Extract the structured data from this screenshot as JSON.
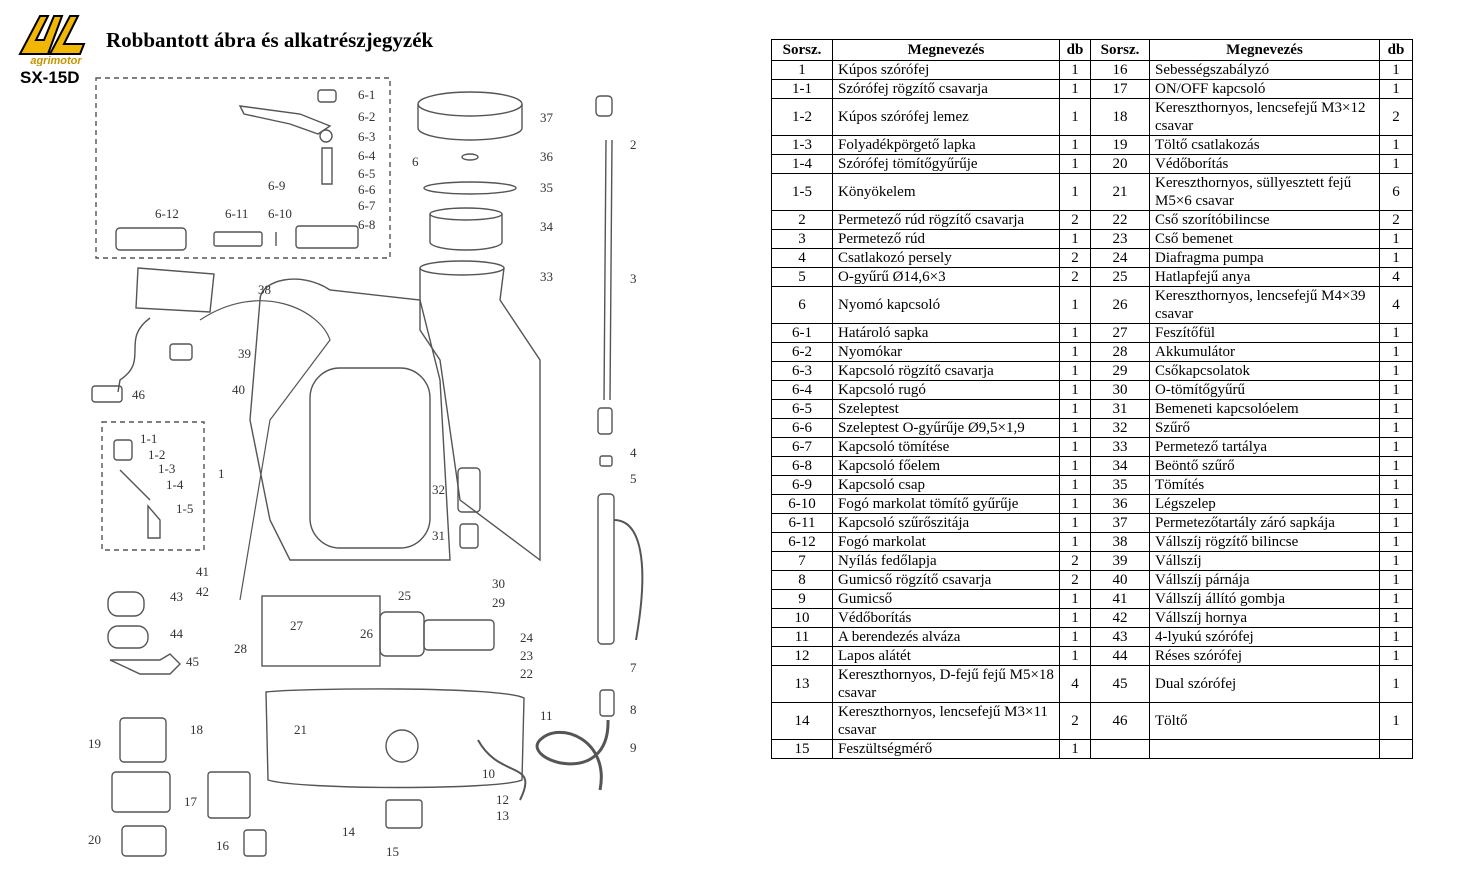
{
  "header": {
    "brand": "agrimotor",
    "model": "SX-15D",
    "title": "Robbantott ábra és alkatrészjegyzék"
  },
  "diagram": {
    "callouts": [
      "6-1",
      "6-2",
      "6-3",
      "6-4",
      "6-5",
      "6-6",
      "6-7",
      "6-8",
      "6-9",
      "6-10",
      "6-11",
      "6-12",
      "6",
      "37",
      "36",
      "35",
      "34",
      "33",
      "38",
      "39",
      "40",
      "46",
      "1-1",
      "1-2",
      "1-3",
      "1-4",
      "1-5",
      "1",
      "32",
      "31",
      "30",
      "29",
      "25",
      "27",
      "26",
      "28",
      "24",
      "23",
      "22",
      "43",
      "44",
      "45",
      "41",
      "42",
      "21",
      "11",
      "19",
      "18",
      "17",
      "20",
      "16",
      "14",
      "15",
      "12",
      "13",
      "10",
      "9",
      "8",
      "7",
      "5",
      "4",
      "3",
      "2"
    ]
  },
  "table": {
    "headers": [
      "Sorsz.",
      "Megnevezés",
      "db",
      "Sorsz.",
      "Megnevezés",
      "db"
    ],
    "rows": [
      [
        [
          "1",
          "Kúpos szórófej",
          "1"
        ],
        [
          "16",
          "Sebességszabályzó",
          "1"
        ]
      ],
      [
        [
          "1-1",
          "Szórófej rögzítő csavarja",
          "1"
        ],
        [
          "17",
          "ON/OFF kapcsoló",
          "1"
        ]
      ],
      [
        [
          "1-2",
          "Kúpos szórófej lemez",
          "1"
        ],
        [
          "18",
          "Kereszthornyos, lencsefejű M3×12 csavar",
          "2"
        ]
      ],
      [
        [
          "1-3",
          "Folyadékpörgető lapka",
          "1"
        ],
        [
          "19",
          "Töltő csatlakozás",
          "1"
        ]
      ],
      [
        [
          "1-4",
          "Szórófej tömítőgyűrűje",
          "1"
        ],
        [
          "20",
          "Védőborítás",
          "1"
        ]
      ],
      [
        [
          "1-5",
          "Könyökelem",
          "1"
        ],
        [
          "21",
          "Kereszthornyos, süllyesztett fejű M5×6 csavar",
          "6"
        ]
      ],
      [
        [
          "2",
          "Permetező rúd rögzítő csavarja",
          "2"
        ],
        [
          "22",
          "Cső szorítóbilincse",
          "2"
        ]
      ],
      [
        [
          "3",
          "Permetező rúd",
          "1"
        ],
        [
          "23",
          "Cső bemenet",
          "1"
        ]
      ],
      [
        [
          "4",
          "Csatlakozó persely",
          "2"
        ],
        [
          "24",
          "Diafragma pumpa",
          "1"
        ]
      ],
      [
        [
          "5",
          "O-gyűrű Ø14,6×3",
          "2"
        ],
        [
          "25",
          "Hatlapfejű anya",
          "4"
        ]
      ],
      [
        [
          "6",
          "Nyomó kapcsoló",
          "1"
        ],
        [
          "26",
          "Kereszthornyos, lencsefejű M4×39 csavar",
          "4"
        ]
      ],
      [
        [
          "6-1",
          "Határoló sapka",
          "1"
        ],
        [
          "27",
          "Feszítőfül",
          "1"
        ]
      ],
      [
        [
          "6-2",
          "Nyomókar",
          "1"
        ],
        [
          "28",
          "Akkumulátor",
          "1"
        ]
      ],
      [
        [
          "6-3",
          "Kapcsoló rögzítő csavarja",
          "1"
        ],
        [
          "29",
          "Csőkapcsolatok",
          "1"
        ]
      ],
      [
        [
          "6-4",
          "Kapcsoló rugó",
          "1"
        ],
        [
          "30",
          "O-tömítőgyűrű",
          "1"
        ]
      ],
      [
        [
          "6-5",
          "Szeleptest",
          "1"
        ],
        [
          "31",
          "Bemeneti kapcsolóelem",
          "1"
        ]
      ],
      [
        [
          "6-6",
          "Szeleptest O-gyűrűje Ø9,5×1,9",
          "1"
        ],
        [
          "32",
          "Szűrő",
          "1"
        ]
      ],
      [
        [
          "6-7",
          "Kapcsoló tömítése",
          "1"
        ],
        [
          "33",
          "Permetező tartálya",
          "1"
        ]
      ],
      [
        [
          "6-8",
          "Kapcsoló főelem",
          "1"
        ],
        [
          "34",
          "Beöntő szűrő",
          "1"
        ]
      ],
      [
        [
          "6-9",
          "Kapcsoló csap",
          "1"
        ],
        [
          "35",
          "Tömítés",
          "1"
        ]
      ],
      [
        [
          "6-10",
          "Fogó markolat tömítő gyűrűje",
          "1"
        ],
        [
          "36",
          "Légszelep",
          "1"
        ]
      ],
      [
        [
          "6-11",
          "Kapcsoló szűrőszitája",
          "1"
        ],
        [
          "37",
          "Permetezőtartály záró sapkája",
          "1"
        ]
      ],
      [
        [
          "6-12",
          "Fogó markolat",
          "1"
        ],
        [
          "38",
          "Vállszíj rögzítő bilincse",
          "1"
        ]
      ],
      [
        [
          "7",
          "Nyílás fedőlapja",
          "2"
        ],
        [
          "39",
          "Vállszíj",
          "1"
        ]
      ],
      [
        [
          "8",
          "Gumicső rögzítő csavarja",
          "2"
        ],
        [
          "40",
          "Vállszíj párnája",
          "1"
        ]
      ],
      [
        [
          "9",
          "Gumicső",
          "1"
        ],
        [
          "41",
          "Vállszíj állító gombja",
          "1"
        ]
      ],
      [
        [
          "10",
          "Védőborítás",
          "1"
        ],
        [
          "42",
          "Vállszíj hornya",
          "1"
        ]
      ],
      [
        [
          "11",
          "A berendezés alváza",
          "1"
        ],
        [
          "43",
          "4-lyukú szórófej",
          "1"
        ]
      ],
      [
        [
          "12",
          "Lapos alátét",
          "1"
        ],
        [
          "44",
          "Réses szórófej",
          "1"
        ]
      ],
      [
        [
          "13",
          "Kereszthornyos, D-fejű fejű M5×18 csavar",
          "4"
        ],
        [
          "45",
          "Dual szórófej",
          "1"
        ]
      ],
      [
        [
          "14",
          "Kereszthornyos, lencsefejű M3×11 csavar",
          "2"
        ],
        [
          "46",
          "Töltő",
          "1"
        ]
      ],
      [
        [
          "15",
          "Feszültségmérő",
          "1"
        ],
        [
          "",
          "",
          ""
        ]
      ]
    ]
  }
}
